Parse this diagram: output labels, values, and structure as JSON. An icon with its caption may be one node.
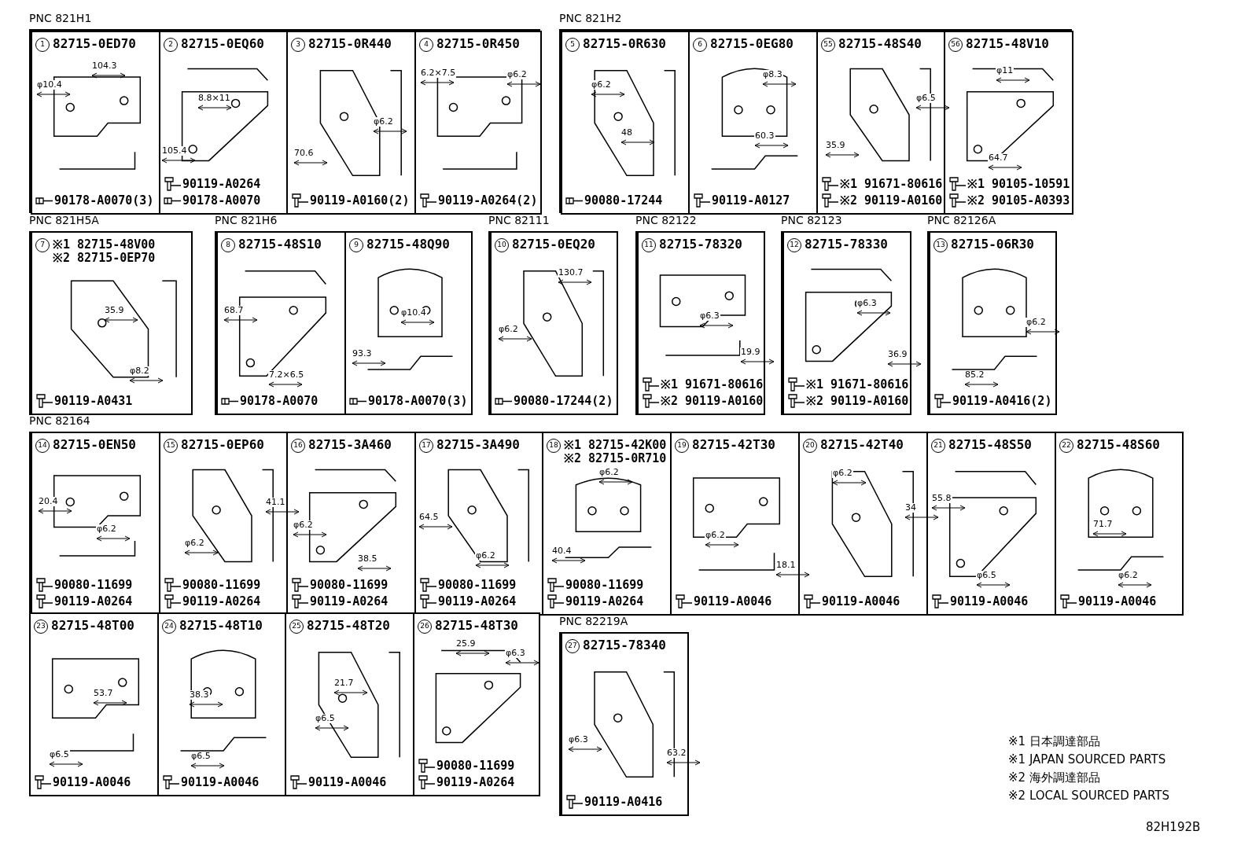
{
  "diagram": {
    "nodes": [
      {
        "text": [
          "PNC 821H1"
        ]
      },
      {
        "text": [
          "1",
          "82715-0ED70",
          "104.3",
          "φ10.4",
          "90178-A0070(3)"
        ],
        "in": 0
      },
      {
        "text": [
          "2",
          "82715-0EQ60",
          "8.8×11",
          "105.4",
          "90119-A0264",
          "90178-A0070"
        ],
        "in": 0
      },
      {
        "text": [
          "3",
          "82715-0R440",
          "φ6.2",
          "70.6",
          "90119-A0160(2)"
        ],
        "in": 0
      },
      {
        "text": [
          "4",
          "82715-0R450",
          "6.2×7.5",
          "φ6.2",
          "90119-A0264(2)"
        ],
        "in": 0
      },
      {
        "text": [
          "PNC 821H2"
        ]
      },
      {
        "text": [
          "5",
          "82715-0R630",
          "φ6.2",
          "48",
          "90080-17244"
        ],
        "in": 5
      },
      {
        "text": [
          "6",
          "82715-0EG80",
          "φ8.3",
          "60.3",
          "90119-A0127"
        ],
        "in": 5
      },
      {
        "text": [
          "55",
          "82715-48S40",
          "φ6.5",
          "35.9",
          "※1 91671-80616",
          "※2 90119-A0160"
        ],
        "in": 5
      },
      {
        "text": [
          "56",
          "82715-48V10",
          "φ11",
          "64.7",
          "※1 90105-10591",
          "※2 90105-A0393"
        ],
        "in": 5
      },
      {
        "text": [
          "PNC 821H5A"
        ]
      },
      {
        "text": [
          "7",
          "※1 82715-48V00",
          "※2 82715-0EP70",
          "35.9",
          "φ8.2",
          "90119-A0431"
        ],
        "in": 10
      },
      {
        "text": [
          "PNC 821H6"
        ]
      },
      {
        "text": [
          "8",
          "82715-48S10",
          "68.7",
          "7.2×6.5",
          "90178-A0070"
        ],
        "in": 12
      },
      {
        "text": [
          "9",
          "82715-48Q90",
          "φ10.4",
          "93.3",
          "90178-A0070(3)"
        ],
        "in": 12
      },
      {
        "text": [
          "PNC 82111"
        ]
      },
      {
        "text": [
          "10",
          "82715-0EQ20",
          "130.7",
          "φ6.2",
          "90080-17244(2)"
        ],
        "in": 15
      },
      {
        "text": [
          "PNC 82122"
        ]
      },
      {
        "text": [
          "11",
          "82715-78320",
          "φ6.3",
          "19.9",
          "※1 91671-80616",
          "※2 90119-A0160"
        ],
        "in": 17
      },
      {
        "text": [
          "PNC 82123"
        ]
      },
      {
        "text": [
          "12",
          "82715-78330",
          "φ6.3",
          "36.9",
          "※1 91671-80616",
          "※2 90119-A0160"
        ],
        "in": 19
      },
      {
        "text": [
          "PNC 82126A"
        ]
      },
      {
        "text": [
          "13",
          "82715-06R30",
          "φ6.2",
          "85.2",
          "90119-A0416(2)"
        ],
        "in": 21
      },
      {
        "text": [
          "PNC 82164"
        ]
      },
      {
        "text": [
          "14",
          "82715-0EN50",
          "20.4",
          "φ6.2",
          "90080-11699",
          "90119-A0264"
        ],
        "in": 23
      },
      {
        "text": [
          "15",
          "82715-0EP60",
          "41.1",
          "φ6.2",
          "90080-11699",
          "90119-A0264"
        ],
        "in": 23
      },
      {
        "text": [
          "16",
          "82715-3A460",
          "φ6.2",
          "38.5",
          "90080-11699",
          "90119-A0264"
        ],
        "in": 23
      },
      {
        "text": [
          "17",
          "82715-3A490",
          "64.5",
          "φ6.2",
          "90080-11699",
          "90119-A0264"
        ],
        "in": 23
      },
      {
        "text": [
          "18",
          "※1 82715-42K00",
          "※2 82715-0R710",
          "φ6.2",
          "40.4",
          "90080-11699",
          "90119-A0264"
        ],
        "in": 23
      },
      {
        "text": [
          "19",
          "82715-42T30",
          "φ6.2",
          "18.1",
          "90119-A0046"
        ],
        "in": 23
      },
      {
        "text": [
          "20",
          "82715-42T40",
          "φ6.2",
          "34",
          "90119-A0046"
        ],
        "in": 23
      },
      {
        "text": [
          "21",
          "82715-48S50",
          "55.8",
          "φ6.5",
          "90119-A0046"
        ],
        "in": 23
      },
      {
        "text": [
          "22",
          "82715-48S60",
          "71.7",
          "φ6.2",
          "90119-A0046"
        ],
        "in": 23
      },
      {
        "text": [
          "23",
          "82715-48T00",
          "53.7",
          "φ6.5",
          "90119-A0046"
        ]
      },
      {
        "text": [
          "24",
          "82715-48T10",
          "38.3",
          "φ6.5",
          "90119-A0046"
        ]
      },
      {
        "text": [
          "25",
          "82715-48T20",
          "21.7",
          "φ6.5",
          "90119-A0046"
        ]
      },
      {
        "text": [
          "26",
          "82715-48T30",
          "25.9",
          "φ6.3",
          "90080-11699",
          "90119-A0264"
        ]
      },
      {
        "text": [
          "PNC 82219A"
        ]
      },
      {
        "text": [
          "27",
          "82715-78340",
          "φ6.3",
          "63.2",
          "90119-A0416"
        ],
        "in": 37
      }
    ],
    "edges": [],
    "labels": [
      "※1 日本調達部品",
      "※1 JAPAN SOURCED PARTS",
      "※2 海外調達部品",
      "※2 LOCAL SOURCED PARTS",
      "82H192B"
    ]
  }
}
